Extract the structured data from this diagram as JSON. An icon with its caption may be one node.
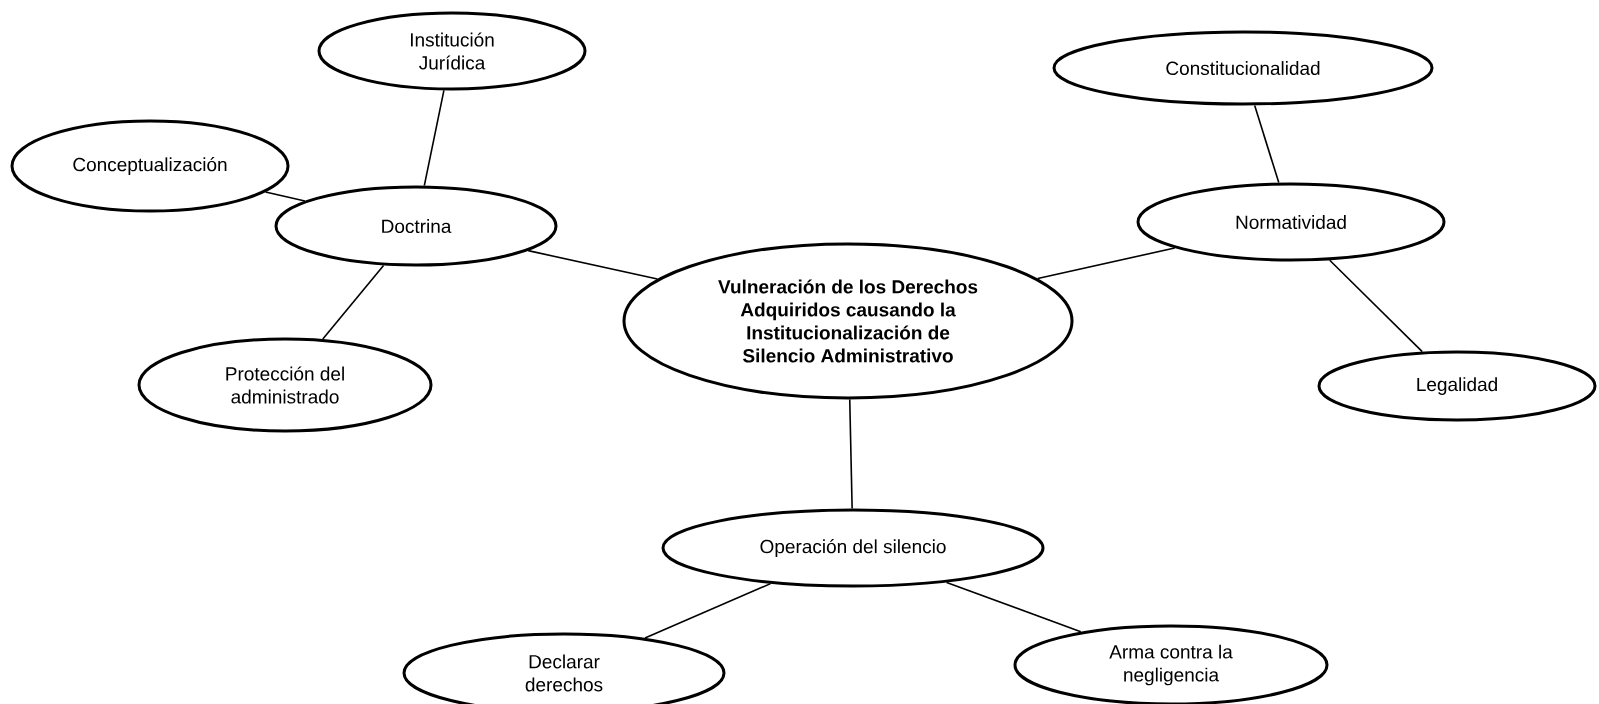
{
  "diagram": {
    "nodes": [
      {
        "text": [
          "Institución Jurídica"
        ]
      },
      {
        "text": [
          "Constitucionalidad"
        ]
      },
      {
        "text": [
          "Conceptualización"
        ]
      },
      {
        "text": [
          "Doctrina"
        ]
      },
      {
        "text": [
          "Normatividad"
        ]
      },
      {
        "text": [
          "Vulneración de los Derechos Adquiridos causando la Institucionalización de Silencio Administrativo"
        ]
      },
      {
        "text": [
          "Protección del administrado"
        ]
      },
      {
        "text": [
          "Legalidad"
        ]
      },
      {
        "text": [
          "Operación del silencio"
        ]
      },
      {
        "text": [
          "Declarar derechos"
        ]
      },
      {
        "text": [
          "Arma contra la negligencia"
        ]
      }
    ],
    "edges": [
      {
        "from": 5,
        "to": 3,
        "arrow": "none"
      },
      {
        "from": 5,
        "to": 4,
        "arrow": "none"
      },
      {
        "from": 5,
        "to": 8,
        "arrow": "none"
      },
      {
        "from": 3,
        "to": 0,
        "arrow": "none"
      },
      {
        "from": 3,
        "to": 2,
        "arrow": "none"
      },
      {
        "from": 3,
        "to": 6,
        "arrow": "none"
      },
      {
        "from": 4,
        "to": 1,
        "arrow": "none"
      },
      {
        "from": 4,
        "to": 7,
        "arrow": "none"
      },
      {
        "from": 8,
        "to": 9,
        "arrow": "none"
      },
      {
        "from": 8,
        "to": 10,
        "arrow": "none"
      }
    ]
  }
}
